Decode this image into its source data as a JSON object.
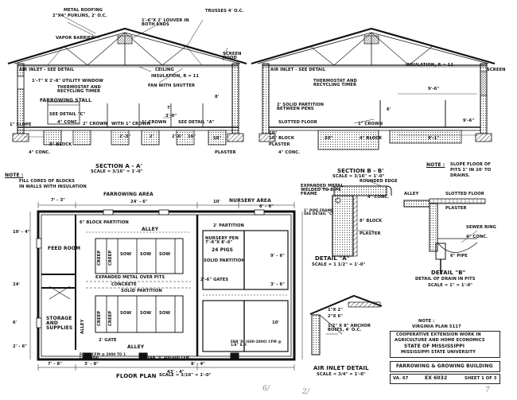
{
  "section_aa": {
    "labels": {
      "metal_roofing": "METAL ROOFING",
      "purlins": "2\"X4\" PURLINS, 2' O.C.",
      "vapor_barrier": "VAPOR BARRIER",
      "louver": "1'-6\"X 2' LOUVER IN BOTH ENDS",
      "trusses": "TRUSSES 4' O.C.",
      "air_inlet": "AIR INLET - SEE DETAIL",
      "ceiling": "CEILING",
      "insulation": "INSULATION, R = 11",
      "screen_hood": "SCREEN HOOD",
      "utility_window": "1'-7\" X 2'-8\" UTILITY WINDOW",
      "thermostat": "THERMOSTAT AND RECYCLING TIMER",
      "fan_shutter": "FAN WITH SHUTTER",
      "farrowing_stall": "FARROWING STALL",
      "see_detail_c": "SEE DETAIL \"C\"",
      "see_detail_a": "SEE DETAIL \"A\"",
      "crown": "2\" CROWN",
      "crown_1": "1\" CROWN",
      "conc_4": "4\" CONC.",
      "with_crown": "WITH 1\" CROWN",
      "slope": "1\" SLOPE",
      "dim_7": "7'",
      "dim_3_0": "3'-0\"",
      "dim_8": "8'",
      "dim_2_3": "2'-3\"",
      "dim_2_6": "2'-6\"",
      "dim_18": "18\"",
      "dim_16": "16\"",
      "dim_2": "2'",
      "block_8": "8\" BLOCK",
      "plaster": "PLASTER",
      "conc_bottom": "4\" CONC.",
      "title": "SECTION  A - A'",
      "scale": "SCALE = 3/16\" = 1'-0\""
    }
  },
  "section_bb": {
    "labels": {
      "air_inlet": "AIR INLET - SEE DETAIL",
      "insulation": "INSULATION, R = 11",
      "screen": "SCREEN",
      "thermostat": "THERMOSTAT AND RECYCLING TIMER",
      "partition": "2' SOLID PARTITION BETWEEN PENS",
      "slotted_floor": "SLOTTED FLOOR",
      "crown": "1\" CROWN",
      "dim_9_6": "9'-6\"",
      "dim_9_1": "9'-1\"",
      "dim_10": "10\"",
      "block_10": "10\" BLOCK",
      "plaster": "PLASTER",
      "block_4": "4\" BLOCK",
      "dim_20": "20\"",
      "conc": "4\" CONC.",
      "dim_6": "6'",
      "dim_9_6b": "9'-6\"",
      "title": "SECTION  B - B'",
      "scale": "SCALE = 3/16\" = 1'-0\""
    }
  },
  "note_top": {
    "heading": "NOTE :",
    "text1": "FILL CORES OF BLOCKS",
    "text2": "IN WALLS WITH INSULATION"
  },
  "note_right": {
    "heading": "NOTE :",
    "text1": "SLOPE FLOOR OF",
    "text2": "PITS 1\" IN 20' TO",
    "text3": "DRAINS."
  },
  "floor_plan": {
    "farrowing_area": "FARROWING AREA",
    "nursery_area": "NURSERY AREA",
    "dim_7_3": "7' - 3\"",
    "dim_24_6": "24' - 6\"",
    "dim_10_a": "10'",
    "dim_6_6": "6' - 6\"",
    "block_partition": "6\" BLOCK PARTITION",
    "alley": "ALLEY",
    "nursery_partition": "2' PARTITION",
    "feed_room": "FEED ROOM",
    "creep": "CREEP",
    "sow": "SOW",
    "nursery_pen": "NURSERY PEN 7'-6\"X 8'-6\"",
    "pigs_24": "24 PIGS",
    "solid_partition": "SOLID PARTITION",
    "expanded_metal": "EXPANDED METAL OVER PITS",
    "concrete": "CONCRETE",
    "gates_26": "2'-6\" GATES",
    "solid_partition_2": "SOLID PARTITION",
    "storage": "STORAGE AND SUPPLIES",
    "gate_2": "2' GATE",
    "alley_bottom": "ALLEY",
    "fan_1": "FAN 7 CFM @ 2000 TO 1 CFM 8000",
    "fan_2": "FAN \"a\" 400-600 CFM",
    "fan_3": "FAN 'D' (600-2000) CFM @ 1/8\" S.P.",
    "dim_7_8": "7' - 8\"",
    "dim_3_8": "3' - 8\"",
    "dim_8_4": "8' - 4\"",
    "dim_43_4": "43' - 4\"",
    "dim_10_4": "10' - 4\"",
    "dim_24": "24'",
    "dim_6_a": "6'",
    "dim_9_6": "9' - 6\"",
    "dim_3_6": "3' - 6\"",
    "dim_10_b": "10'",
    "dim_2_6": "2' - 6\"",
    "alley_side": "ALLEY",
    "title": "FLOOR  PLAN",
    "scale": "SCALE = 3/16\" = 1'-0\""
  },
  "detail_a": {
    "expanded_metal": "EXPANDED METAL WELDED TO PIPE FRAME",
    "rounded_edge": "ROUNDED EDGE",
    "conc": "4\" CONC.",
    "pipe_frame": "1\" PIPE FRAME SEE DETAIL \"C\"",
    "block": "8\" BLOCK",
    "plaster": "PLASTER",
    "title": "DETAIL \"A\"",
    "scale": "SCALE = 1 1/2\" = 1'-0\""
  },
  "detail_b": {
    "alley": "ALLEY",
    "slotted_floor": "SLOTTED FLOOR",
    "plaster": "PLASTER",
    "sewer_ring": "SEWER RING",
    "conc": "4\" CONC.",
    "pipe": "6\" PIPE",
    "title": "DETAIL \"B\"",
    "subtitle": "DETAIL OF DRAIN IN PITS",
    "scale": "SCALE = 1\" = 1'-0\""
  },
  "air_inlet_detail": {
    "dim_1": "1\"X 2\"",
    "dim_2": "2\"X 6\"",
    "bolts": "1/2\" X 8\" ANCHOR BOLTS, 4' O.C.",
    "title": "AIR INLET DETAIL",
    "scale": "SCALE = 3/4\" = 1'-0\""
  },
  "title_block": {
    "note": "NOTE :",
    "note2": "VIRGINIA PLAN 5117",
    "line1": "COOPERATIVE EXTENSION WORK IN",
    "line2": "AGRICULTURE AND HOME ECONOMICS",
    "line3": "STATE OF MISSISSIPPI",
    "line4": "MISSISSIPPI STATE UNIVERSITY",
    "title": "FARROWING & GROWING BUILDING",
    "va": "VA. 67",
    "ex": "EX 6032",
    "sheet": "SHEET 1 OF 3"
  },
  "handwritten": {
    "a": "6/",
    "b": "2/",
    "c": "7"
  }
}
